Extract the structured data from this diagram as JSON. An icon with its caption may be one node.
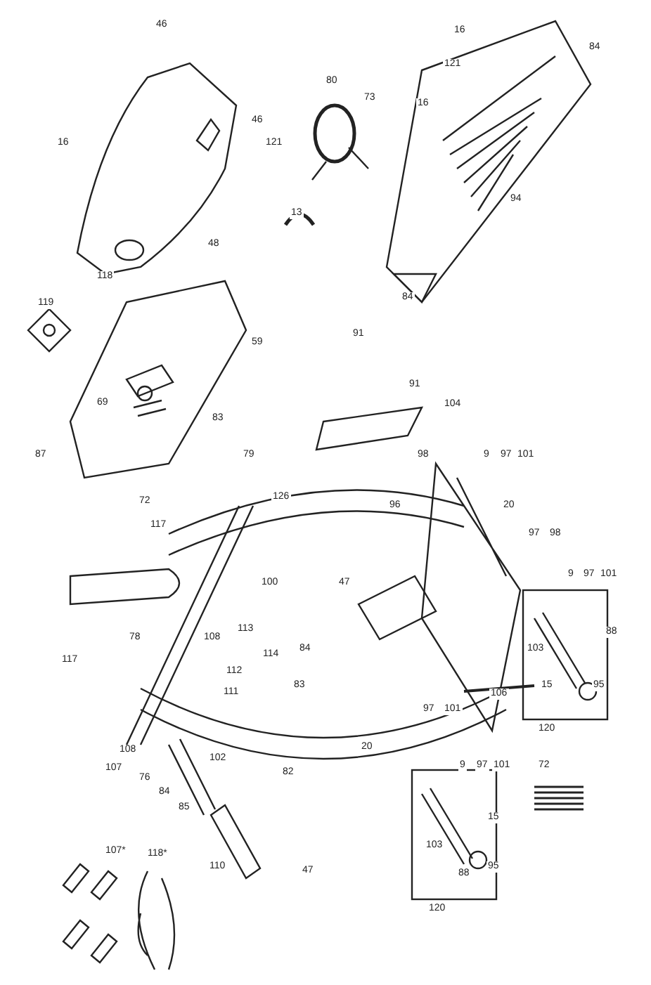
{
  "diagram": {
    "labels": [
      "46",
      "16",
      "84",
      "121",
      "80",
      "73",
      "16",
      "16",
      "46",
      "121",
      "13",
      "94",
      "48",
      "118",
      "84",
      "119",
      "91",
      "59",
      "91",
      "69",
      "104",
      "83",
      "87",
      "79",
      "98",
      "9",
      "97",
      "101",
      "72",
      "126",
      "96",
      "20",
      "117",
      "97",
      "98",
      "100",
      "47",
      "9",
      "97",
      "101",
      "88",
      "78",
      "108",
      "113",
      "84",
      "103",
      "117",
      "114",
      "112",
      "111",
      "83",
      "15",
      "95",
      "106",
      "97",
      "101",
      "120",
      "108",
      "20",
      "102",
      "9",
      "97",
      "101",
      "72",
      "107",
      "82",
      "76",
      "84",
      "85",
      "15",
      "103",
      "107*",
      "118*",
      "110",
      "47",
      "95",
      "88",
      "120"
    ]
  }
}
